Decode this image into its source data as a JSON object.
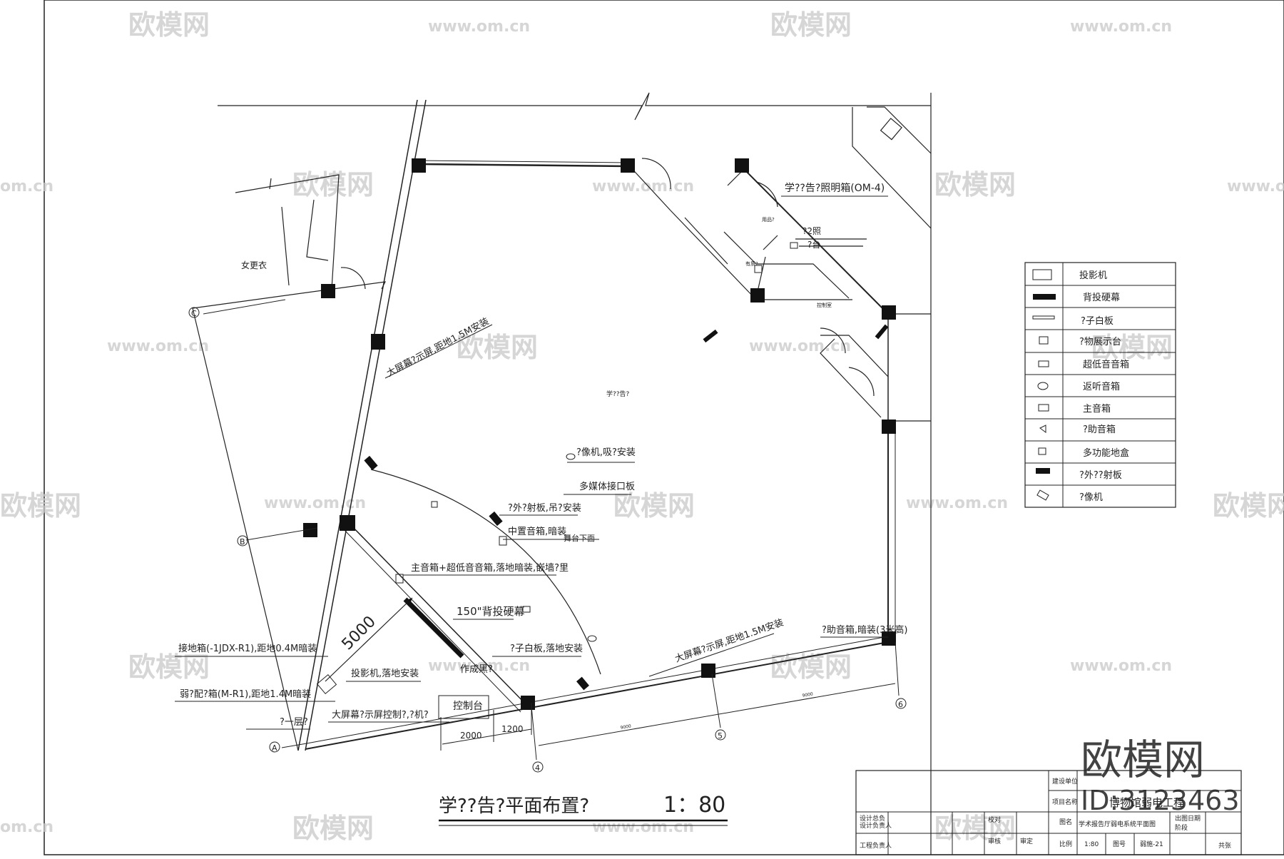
{
  "drawing": {
    "title": "学??告?平面布置?",
    "scale": "1：80",
    "rooms": {
      "main": "学??告?",
      "changing": "女更衣",
      "equip_a": "用品?",
      "equip_b": "有质?",
      "control_room": "控制室"
    },
    "axes": [
      "C",
      "B",
      "A",
      "4",
      "5",
      "6"
    ],
    "dimensions": {
      "diag": "5000",
      "d2000": "2000",
      "d1200": "1200",
      "bottom_a": "9000",
      "bottom_b": "9000"
    },
    "annotations": {
      "a1": "大屏幕?示屏,距地1.5M安装",
      "a2": "?像机,吸?安装",
      "a3": "多媒体接口板",
      "a4": "?外?射板,吊?安装",
      "a5": "中置音箱,暗装",
      "a6": "舞台下面",
      "a7": "主音箱+超低音音箱,落地暗装,嵌墙?里",
      "a8": "150\"背投硬幕",
      "a9": "?子白板,落地安装",
      "a10": "投影机,落地安装",
      "a11": "作成黑?",
      "a12": "控制台",
      "a13": "大屏幕?示屏,距地1.5M安装",
      "a14": "?助音箱,暗装(3米高)",
      "a15": "接地箱(-1JDX-R1),距地0.4M暗装",
      "a16": "弱?配?箱(M-R1),距地1.4M暗装",
      "a17": "?一层?",
      "a18": "大屏幕?示屏控制?,?机?",
      "a19": "学??告?照明箱(OM-4)",
      "a20": "?2照",
      "a21": "?台"
    }
  },
  "legend": {
    "items": [
      {
        "label": "投影机",
        "icon": "projector-symbol-icon"
      },
      {
        "label": "背投硬幕",
        "icon": "rear-screen-symbol-icon"
      },
      {
        "label": "?子白板",
        "icon": "whiteboard-symbol-icon"
      },
      {
        "label": "?物展示台",
        "icon": "document-camera-symbol-icon"
      },
      {
        "label": "超低音音箱",
        "icon": "subwoofer-symbol-icon"
      },
      {
        "label": "返听音箱",
        "icon": "monitor-speaker-symbol-icon"
      },
      {
        "label": "主音箱",
        "icon": "main-speaker-symbol-icon"
      },
      {
        "label": "?助音箱",
        "icon": "aux-speaker-symbol-icon"
      },
      {
        "label": "多功能地盒",
        "icon": "floor-box-symbol-icon"
      },
      {
        "label": "?外??射板",
        "icon": "ir-emitter-symbol-icon"
      },
      {
        "label": "?像机",
        "icon": "camera-symbol-icon"
      }
    ]
  },
  "title_block": {
    "r1": "建设单位",
    "r2": "项目名称",
    "project": "博物馆弱电工程",
    "r3": "图名",
    "sheet_name": "学术报告厅弱电系统平面图",
    "r4": "比例",
    "scale": "1:80",
    "r5": "图号",
    "number": "弱施-21",
    "stage_h": "出图日期",
    "stage": "阶段",
    "pages": "共张",
    "left1": "设计总负",
    "left2": "设计负责人",
    "left3": "工程负责人",
    "check1": "校对",
    "check2": "审核",
    "check3": "审定"
  },
  "watermark": {
    "brand": "欧模网",
    "url": "www.om.cn",
    "url_short": "om.cn",
    "id": "ID:3123463"
  }
}
